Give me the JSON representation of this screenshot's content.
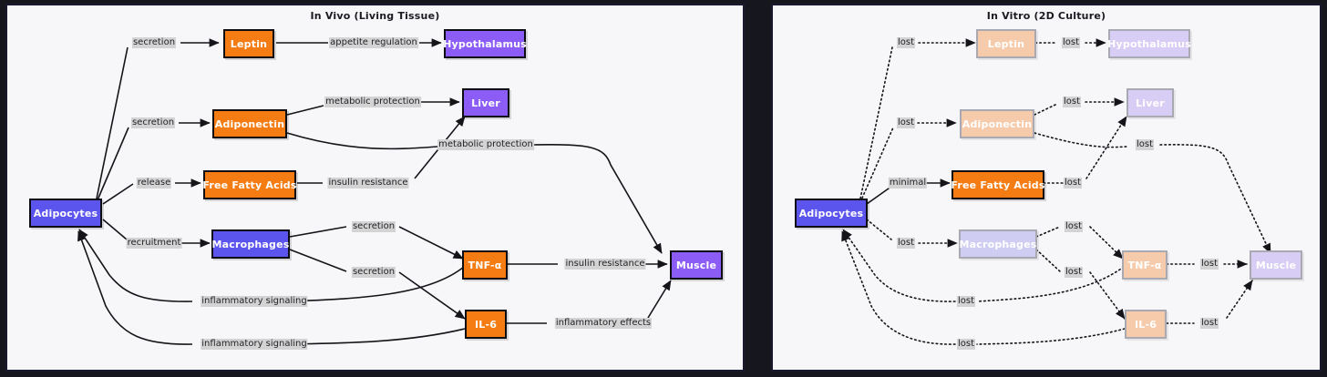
{
  "panels": [
    {
      "id": "in-vivo",
      "title": "In Vivo (Living Tissue)",
      "nodes": [
        {
          "id": "adipocytes",
          "label": "Adipocytes",
          "style": "blue"
        },
        {
          "id": "leptin",
          "label": "Leptin",
          "style": "orange"
        },
        {
          "id": "adiponectin",
          "label": "Adiponectin",
          "style": "orange"
        },
        {
          "id": "ffa",
          "label": "Free Fatty Acids",
          "style": "orange"
        },
        {
          "id": "macrophages",
          "label": "Macrophages",
          "style": "blue"
        },
        {
          "id": "tnf",
          "label": "TNF-α",
          "style": "orange"
        },
        {
          "id": "il6",
          "label": "IL-6",
          "style": "orange"
        },
        {
          "id": "hypothalamus",
          "label": "Hypothalamus",
          "style": "purple"
        },
        {
          "id": "liver",
          "label": "Liver",
          "style": "purple"
        },
        {
          "id": "muscle",
          "label": "Muscle",
          "style": "purple"
        }
      ],
      "edges": [
        {
          "from": "adipocytes",
          "to": "leptin",
          "label": "secretion"
        },
        {
          "from": "leptin",
          "to": "hypothalamus",
          "label": "appetite regulation"
        },
        {
          "from": "adipocytes",
          "to": "adiponectin",
          "label": "secretion"
        },
        {
          "from": "adiponectin",
          "to": "liver",
          "label": "metabolic protection"
        },
        {
          "from": "adiponectin",
          "to": "muscle",
          "label": "metabolic protection"
        },
        {
          "from": "adipocytes",
          "to": "ffa",
          "label": "release"
        },
        {
          "from": "ffa",
          "to": "liver",
          "label": "insulin resistance"
        },
        {
          "from": "adipocytes",
          "to": "macrophages",
          "label": "recruitment"
        },
        {
          "from": "macrophages",
          "to": "tnf",
          "label": "secretion"
        },
        {
          "from": "macrophages",
          "to": "il6",
          "label": "secretion"
        },
        {
          "from": "tnf",
          "to": "muscle",
          "label": "insulin resistance"
        },
        {
          "from": "il6",
          "to": "muscle",
          "label": "inflammatory effects"
        },
        {
          "from": "tnf",
          "to": "adipocytes",
          "label": "inflammatory signaling"
        },
        {
          "from": "il6",
          "to": "adipocytes",
          "label": "inflammatory signaling"
        }
      ]
    },
    {
      "id": "in-vitro",
      "title": "In Vitro (2D Culture)",
      "nodes": [
        {
          "id": "adipocytes",
          "label": "Adipocytes",
          "style": "blue"
        },
        {
          "id": "leptin",
          "label": "Leptin",
          "style": "orange-fade"
        },
        {
          "id": "adiponectin",
          "label": "Adiponectin",
          "style": "orange-fade"
        },
        {
          "id": "ffa",
          "label": "Free Fatty Acids",
          "style": "orange"
        },
        {
          "id": "macrophages",
          "label": "Macrophages",
          "style": "blue-fade"
        },
        {
          "id": "tnf",
          "label": "TNF-α",
          "style": "orange-fade"
        },
        {
          "id": "il6",
          "label": "IL-6",
          "style": "orange-fade"
        },
        {
          "id": "hypothalamus",
          "label": "Hypothalamus",
          "style": "purple-fade"
        },
        {
          "id": "liver",
          "label": "Liver",
          "style": "purple-fade"
        },
        {
          "id": "muscle",
          "label": "Muscle",
          "style": "purple-fade"
        }
      ],
      "edges": [
        {
          "from": "adipocytes",
          "to": "leptin",
          "label": "lost"
        },
        {
          "from": "leptin",
          "to": "hypothalamus",
          "label": "lost"
        },
        {
          "from": "adipocytes",
          "to": "adiponectin",
          "label": "lost"
        },
        {
          "from": "adiponectin",
          "to": "liver",
          "label": "lost"
        },
        {
          "from": "adiponectin",
          "to": "muscle",
          "label": "lost"
        },
        {
          "from": "adipocytes",
          "to": "ffa",
          "label": "minimal"
        },
        {
          "from": "ffa",
          "to": "liver",
          "label": "lost"
        },
        {
          "from": "adipocytes",
          "to": "macrophages",
          "label": "lost"
        },
        {
          "from": "macrophages",
          "to": "tnf",
          "label": "lost"
        },
        {
          "from": "macrophages",
          "to": "il6",
          "label": "lost"
        },
        {
          "from": "tnf",
          "to": "muscle",
          "label": "lost"
        },
        {
          "from": "il6",
          "to": "muscle",
          "label": "lost"
        },
        {
          "from": "tnf",
          "to": "adipocytes",
          "label": "lost"
        },
        {
          "from": "il6",
          "to": "adipocytes",
          "label": "lost"
        }
      ]
    }
  ],
  "colors": {
    "background": "#16161e",
    "panel": "#f7f7fa",
    "orange": "#f57c12",
    "purple": "#8b5cf6",
    "blue": "#5b55ee",
    "orange_faded": "#f6cbab",
    "purple_faded": "#d8cdf5",
    "blue_faded": "#cfcdf2",
    "label_bg": "#d3d3d3",
    "edge": "#141419"
  }
}
